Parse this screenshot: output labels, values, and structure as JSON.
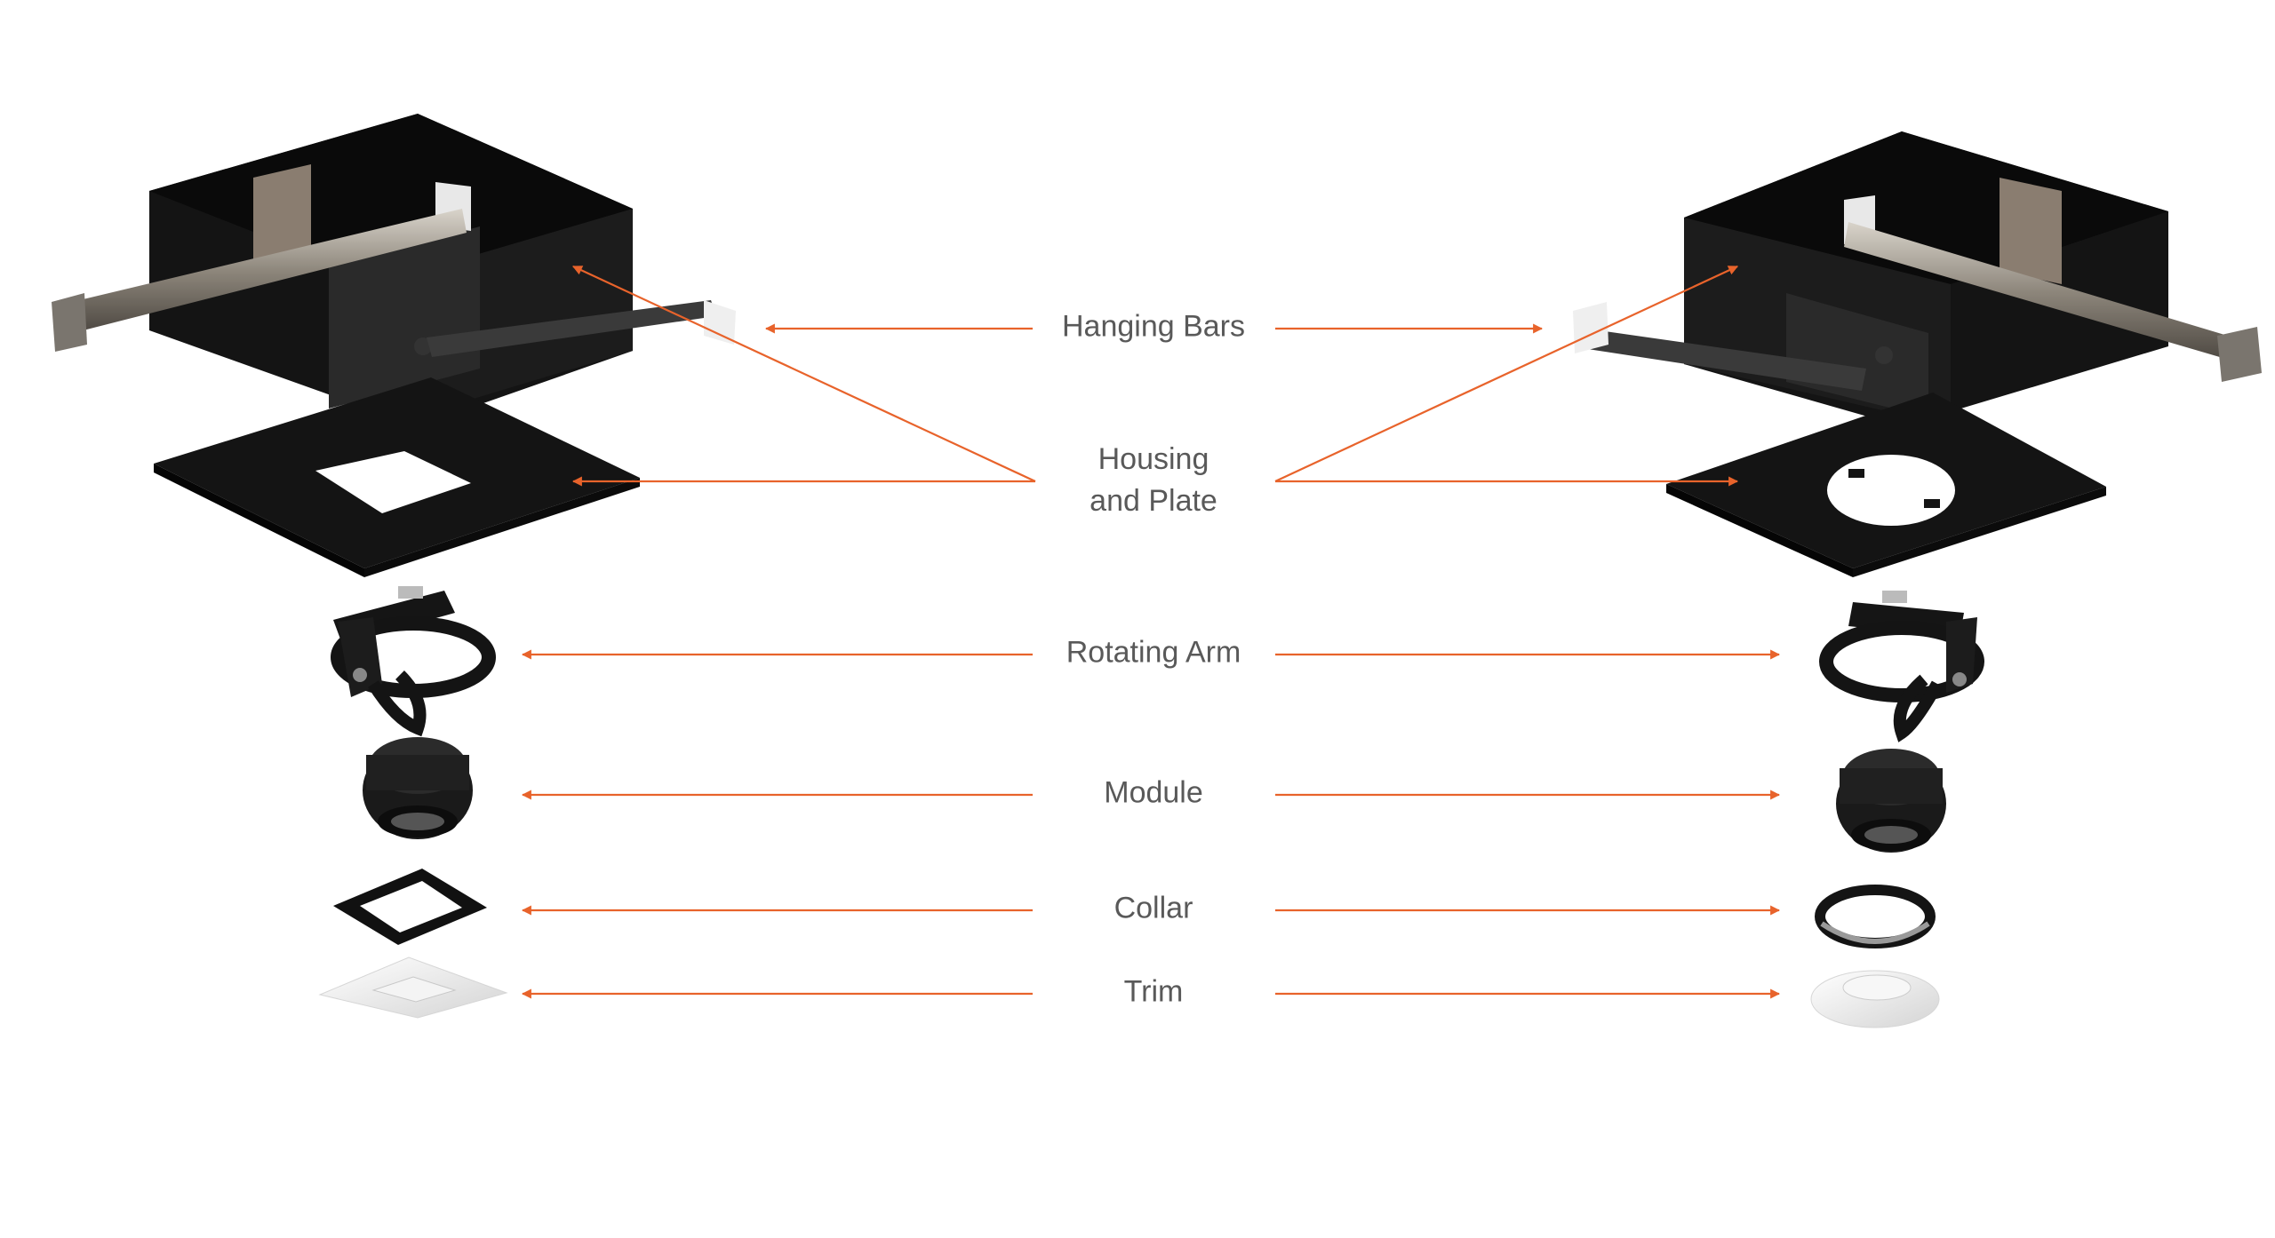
{
  "diagram": {
    "accent_color": "#E8632B",
    "text_color": "#595959",
    "labels": {
      "hanging_bars": "Hanging Bars",
      "housing_line1": "Housing",
      "housing_line2": "and Plate",
      "rotating_arm": "Rotating Arm",
      "module": "Module",
      "collar": "Collar",
      "trim": "Trim"
    },
    "assemblies": [
      {
        "id": "square",
        "plate_aperture": "square",
        "collar_shape": "square",
        "trim_shape": "square"
      },
      {
        "id": "round",
        "plate_aperture": "round",
        "collar_shape": "round",
        "trim_shape": "round"
      }
    ]
  }
}
